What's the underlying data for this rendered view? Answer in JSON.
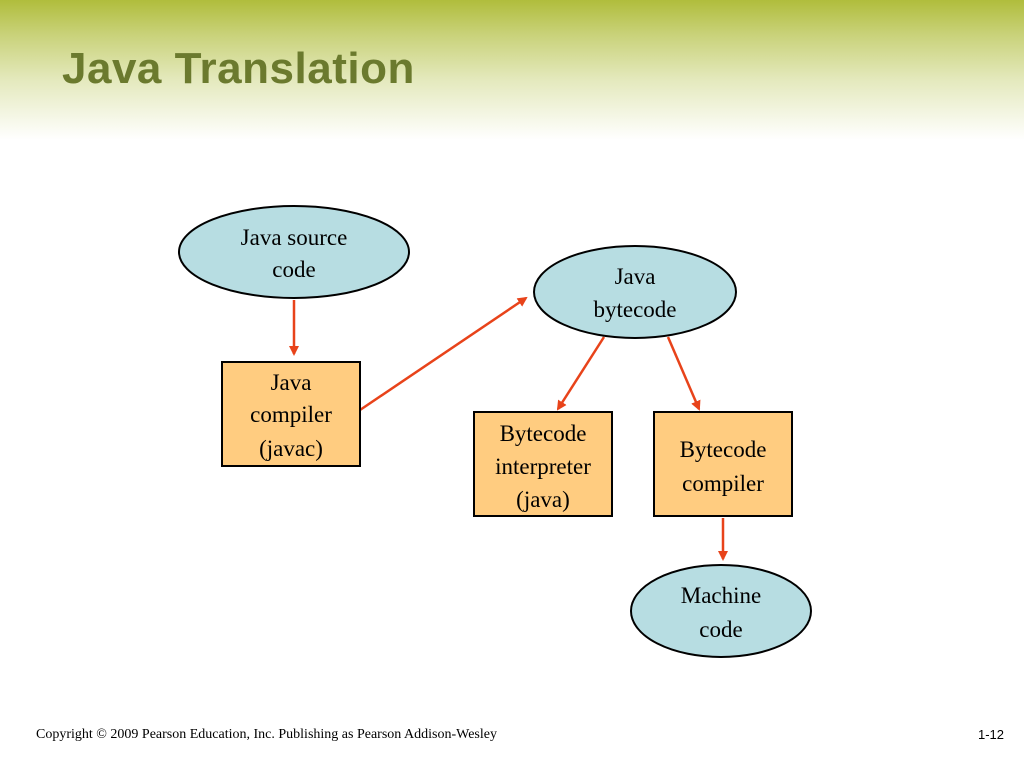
{
  "slide": {
    "title": "Java Translation",
    "footer": "Copyright © 2009 Pearson Education, Inc. Publishing as Pearson Addison-Wesley",
    "page_number": "1-12"
  },
  "colors": {
    "ellipse_fill": "#b7dde2",
    "box_fill": "#ffcc80",
    "arrow": "#e8431a",
    "title": "#6b7a2e"
  },
  "nodes": {
    "java_source": [
      "Java source",
      "code"
    ],
    "java_bytecode": [
      "Java",
      "bytecode"
    ],
    "java_compiler": [
      "Java",
      "compiler",
      "(javac)"
    ],
    "bytecode_interpreter": [
      "Bytecode",
      "interpreter",
      "(java)"
    ],
    "bytecode_compiler": [
      "Bytecode",
      "compiler"
    ],
    "machine_code": [
      "Machine",
      "code"
    ]
  }
}
